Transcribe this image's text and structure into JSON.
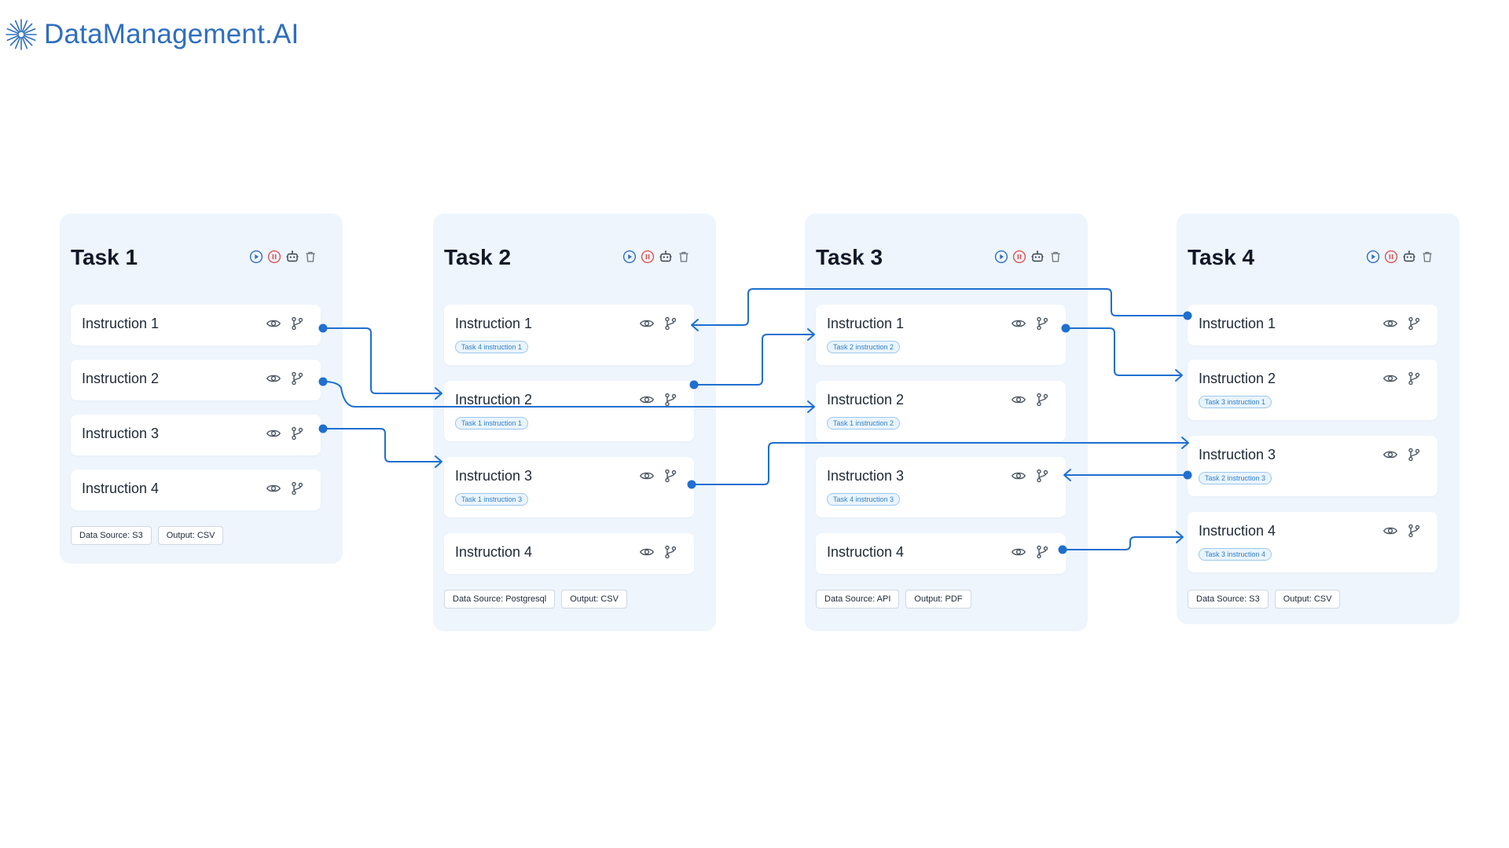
{
  "brand": {
    "name": "DataManagement.AI"
  },
  "colors": {
    "accent": "#2f6fc0",
    "wire": "#1f6fd0",
    "pause": "#e05252",
    "panel": "#eef5fd"
  },
  "tasks": [
    {
      "title": "Task 1",
      "instructions": [
        {
          "label": "Instruction 1",
          "tag": ""
        },
        {
          "label": "Instruction 2",
          "tag": ""
        },
        {
          "label": "Instruction 3",
          "tag": ""
        },
        {
          "label": "Instruction 4",
          "tag": ""
        }
      ],
      "data_source": "Data Source: S3",
      "output": "Output: CSV"
    },
    {
      "title": "Task 2",
      "instructions": [
        {
          "label": "Instruction 1",
          "tag": "Task 4 instruction 1"
        },
        {
          "label": "Instruction 2",
          "tag": "Task 1 instruction 1"
        },
        {
          "label": "Instruction 3",
          "tag": "Task 1 instruction 3"
        },
        {
          "label": "Instruction 4",
          "tag": ""
        }
      ],
      "data_source": "Data Source: Postgresql",
      "output": "Output: CSV"
    },
    {
      "title": "Task 3",
      "instructions": [
        {
          "label": "Instruction 1",
          "tag": "Task 2 instruction 2"
        },
        {
          "label": "Instruction 2",
          "tag": "Task 1 instruction 2"
        },
        {
          "label": "Instruction 3",
          "tag": "Task 4 instruction 3"
        },
        {
          "label": "Instruction 4",
          "tag": ""
        }
      ],
      "data_source": "Data Source: API",
      "output": "Output: PDF"
    },
    {
      "title": "Task 4",
      "instructions": [
        {
          "label": "Instruction 1",
          "tag": ""
        },
        {
          "label": "Instruction 2",
          "tag": "Task 3 instruction 1"
        },
        {
          "label": "Instruction 3",
          "tag": "Task 2 instruction 3"
        },
        {
          "label": "Instruction 4",
          "tag": "Task 3 instruction 4"
        }
      ],
      "data_source": "Data Source: S3",
      "output": "Output: CSV"
    }
  ],
  "icons": {
    "task_actions": [
      "play-icon",
      "pause-icon",
      "robot-icon",
      "trash-icon"
    ],
    "instruction_actions": [
      "eye-icon",
      "branch-icon"
    ]
  },
  "connections": [
    {
      "from": "Task 1 / Instruction 1",
      "to": "Task 2 / Instruction 2"
    },
    {
      "from": "Task 1 / Instruction 2",
      "to": "Task 3 / Instruction 2"
    },
    {
      "from": "Task 1 / Instruction 3",
      "to": "Task 2 / Instruction 3"
    },
    {
      "from": "Task 4 / Instruction 1",
      "to": "Task 2 / Instruction 1"
    },
    {
      "from": "Task 2 / Instruction 2",
      "to": "Task 3 / Instruction 1"
    },
    {
      "from": "Task 2 / Instruction 3",
      "to": "Task 4 / Instruction 3"
    },
    {
      "from": "Task 3 / Instruction 1",
      "to": "Task 4 / Instruction 2"
    },
    {
      "from": "Task 4 / Instruction 3",
      "to": "Task 3 / Instruction 3"
    },
    {
      "from": "Task 3 / Instruction 4",
      "to": "Task 4 / Instruction 4"
    }
  ]
}
